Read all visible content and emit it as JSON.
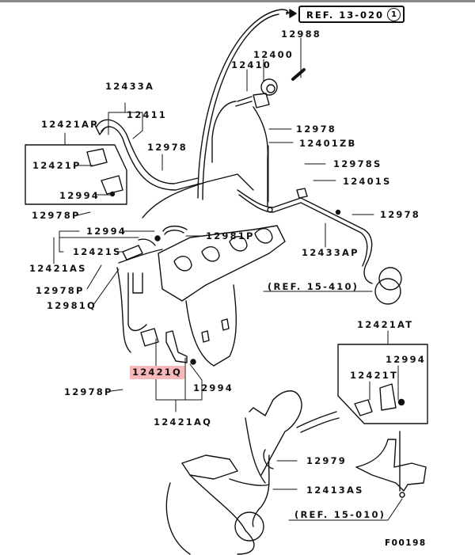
{
  "diagram": {
    "figure_code": "F00198",
    "highlight_color": "#f6b8b8",
    "references": {
      "top": {
        "text": "REF. 13-020",
        "circled": "1"
      },
      "middle": "(REF. 15-410)",
      "bottom": "(REF. 15-010)"
    },
    "parts": {
      "p12988": "12988",
      "p12400": "12400",
      "p12410": "12410",
      "p12433A": "12433A",
      "p12411": "12411",
      "p12421AP": "12421AP",
      "p12978_a": "12978",
      "p12978_b": "12978",
      "p12401ZB": "12401ZB",
      "p12421P": "12421P",
      "p12978S": "12978S",
      "p12401S": "12401S",
      "p12994_a": "12994",
      "p12978P_a": "12978P",
      "p12978_c": "12978",
      "p12994_b": "12994",
      "p12981P": "12981P",
      "p12421S": "12421S",
      "p12421AS": "12421AS",
      "p12433AP": "12433AP",
      "p12978P_b": "12978P",
      "p12981Q": "12981Q",
      "p12421AT": "12421AT",
      "p12994_c": "12994",
      "p12421T": "12421T",
      "p12421Q": "12421Q",
      "p12994_d": "12994",
      "p12978P_c": "12978P",
      "p12421AQ": "12421AQ",
      "p12979": "12979",
      "p12413AS": "12413AS"
    },
    "highlighted_part": "12421Q"
  }
}
